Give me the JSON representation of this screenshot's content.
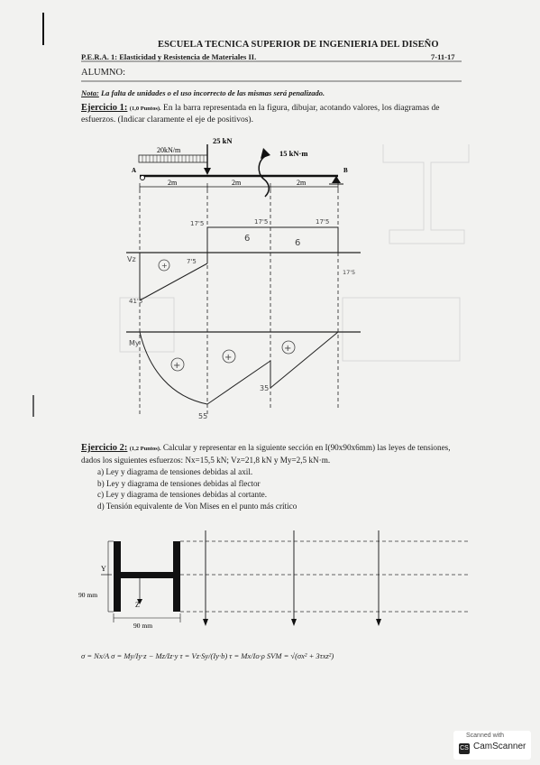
{
  "header": {
    "school": "ESCUELA TECNICA SUPERIOR DE INGENIERIA DEL DISEÑO",
    "subject": "P.E.R.A. 1: Elasticidad y Resistencia de Materiales II.",
    "date": "7-11-17",
    "student_label": "ALUMNO:"
  },
  "note": {
    "label": "Nota:",
    "text": "La falta de unidades o el uso incorrecto de las mismas será penalizado."
  },
  "exercise1": {
    "label": "Ejercicio 1:",
    "points": "(1,0 Puntos).",
    "text": "En la barra representada en la figura, dibujar, acotando valores, los diagramas de esfuerzos. (Indicar claramente el eje de positivos).",
    "figure": {
      "point_load": "25 kN",
      "distributed_load": "20kN/m",
      "moment": "15 kN·m",
      "support_a": "A",
      "support_b": "B",
      "spans": [
        "2m",
        "2m",
        "2m"
      ]
    },
    "handwritten": {
      "shear_axis": "Vz",
      "moment_axis": "My",
      "shear_values": [
        "17'5",
        "17'5",
        "17'5",
        "7'5",
        "41'5",
        "17'5"
      ],
      "shear_signs": [
        "6",
        "6",
        "+"
      ],
      "moment_signs": [
        "+",
        "+",
        "+"
      ],
      "moment_values": [
        "55",
        "35"
      ]
    }
  },
  "exercise2": {
    "label": "Ejercicio 2:",
    "points": "(1,2 Puntos).",
    "text": "Calcular y representar en la siguiente sección en I(90x90x6mm) las leyes de tensiones, dados los siguientes esfuerzos: Nx=15,5 kN; Vz=21,8 kN y My=2,5 kN·m.",
    "items": [
      "a)  Ley y diagrama de tensiones debidas al axil.",
      "b)  Ley y diagrama de tensiones debidas al flector",
      "c)  Ley y diagrama de tensiones debidas al cortante.",
      "d)  Tensión equivalente de Von Mises en el punto más crítico"
    ],
    "section": {
      "height": "90 mm",
      "width": "90 mm",
      "axis_y": "Y",
      "axis_z": "Z"
    },
    "formulas": "σ = Nx/A    σ = My/Iy·z − Mz/Iz·y    τ = Vz·Sy/(Iy·b)    τ = Mx/Io·ρ     SVM = √(σx² + 3τxz²)"
  },
  "scanner": {
    "line1": "Scanned with",
    "line2": "CamScanner"
  }
}
